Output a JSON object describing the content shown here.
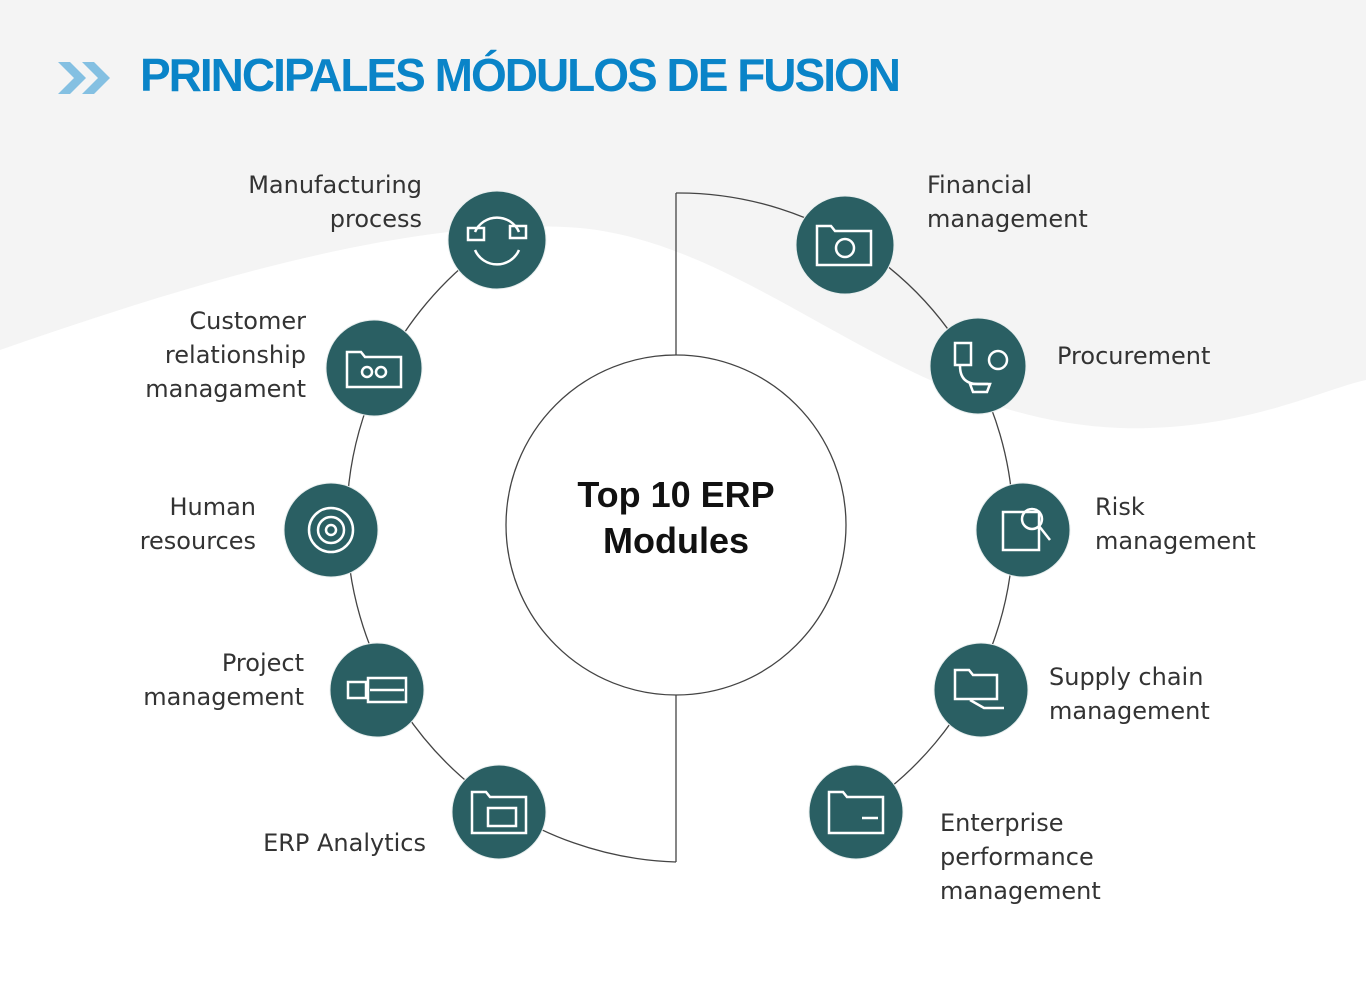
{
  "title": "PRINCIPALES MÓDULOS DE FUSION",
  "center": {
    "line1": "Top 10 ERP",
    "line2": "Modules"
  },
  "colors": {
    "accent": "#0a84c8",
    "chevron": "#84c0e2",
    "node": "#2a5f63",
    "background": "#f4f4f4"
  },
  "modules": [
    {
      "label": "Manufacturing process",
      "icon": "cycle-icon"
    },
    {
      "label": "Customer relationship managament",
      "icon": "folder-people-icon"
    },
    {
      "label": "Human resources",
      "icon": "gear-icon"
    },
    {
      "label": "Project management",
      "icon": "chart-folder-icon"
    },
    {
      "label": "ERP Analytics",
      "icon": "folder-analytics-icon"
    },
    {
      "label": "Financial management",
      "icon": "folder-money-icon"
    },
    {
      "label": "Procurement",
      "icon": "cart-icon"
    },
    {
      "label": "Risk management",
      "icon": "magnifier-chart-icon"
    },
    {
      "label": "Supply chain management",
      "icon": "folder-hand-icon"
    },
    {
      "label": "Enterprise performance management",
      "icon": "folder-icon"
    }
  ]
}
